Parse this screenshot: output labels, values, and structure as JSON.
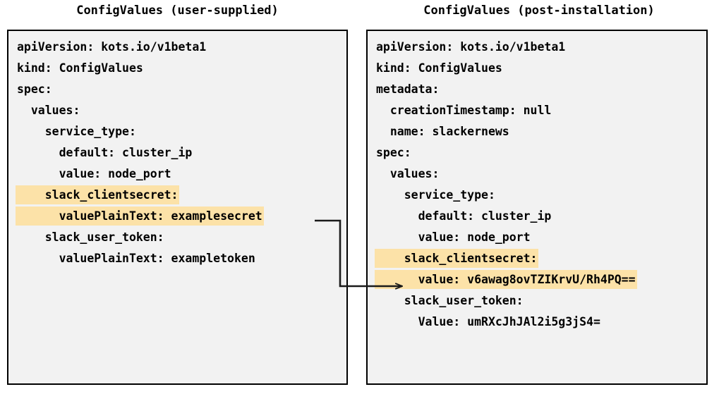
{
  "colors": {
    "highlight": "#FCE2A8",
    "box_fill": "#F2F2F2",
    "border": "#000000",
    "text": "#000000",
    "background": "#FFFFFF"
  },
  "panels": [
    {
      "title": "ConfigValues (user-supplied)",
      "lines": [
        {
          "text": "apiVersion: kots.io/v1beta1",
          "highlighted": false
        },
        {
          "text": "kind: ConfigValues",
          "highlighted": false
        },
        {
          "text": "spec:",
          "highlighted": false
        },
        {
          "text": "  values:",
          "highlighted": false
        },
        {
          "text": "    service_type:",
          "highlighted": false
        },
        {
          "text": "      default: cluster_ip",
          "highlighted": false
        },
        {
          "text": "      value: node_port",
          "highlighted": false
        },
        {
          "text": "    slack_clientsecret:",
          "highlighted": true
        },
        {
          "text": "      valuePlainText: examplesecret",
          "highlighted": true
        },
        {
          "text": "    slack_user_token:",
          "highlighted": false
        },
        {
          "text": "      valuePlainText: exampletoken",
          "highlighted": false
        }
      ]
    },
    {
      "title": "ConfigValues (post-installation)",
      "lines": [
        {
          "text": "apiVersion: kots.io/v1beta1",
          "highlighted": false
        },
        {
          "text": "kind: ConfigValues",
          "highlighted": false
        },
        {
          "text": "metadata:",
          "highlighted": false
        },
        {
          "text": "  creationTimestamp: null",
          "highlighted": false
        },
        {
          "text": "  name: slackernews",
          "highlighted": false
        },
        {
          "text": "spec:",
          "highlighted": false
        },
        {
          "text": "  values:",
          "highlighted": false
        },
        {
          "text": "    service_type:",
          "highlighted": false
        },
        {
          "text": "      default: cluster_ip",
          "highlighted": false
        },
        {
          "text": "      value: node_port",
          "highlighted": false
        },
        {
          "text": "    slack_clientsecret:",
          "highlighted": true
        },
        {
          "text": "      value: v6awag8ovTZIKrvU/Rh4PQ==",
          "highlighted": true
        },
        {
          "text": "    slack_user_token:",
          "highlighted": false
        },
        {
          "text": "      Value: umRXcJhJAl2i5g3jS4=",
          "highlighted": false
        }
      ]
    }
  ],
  "connector": {
    "label": "transformation-arrow",
    "from": "valuePlainText: examplesecret",
    "to": "value: v6awag8ovTZIKrvU/Rh4PQ=="
  }
}
